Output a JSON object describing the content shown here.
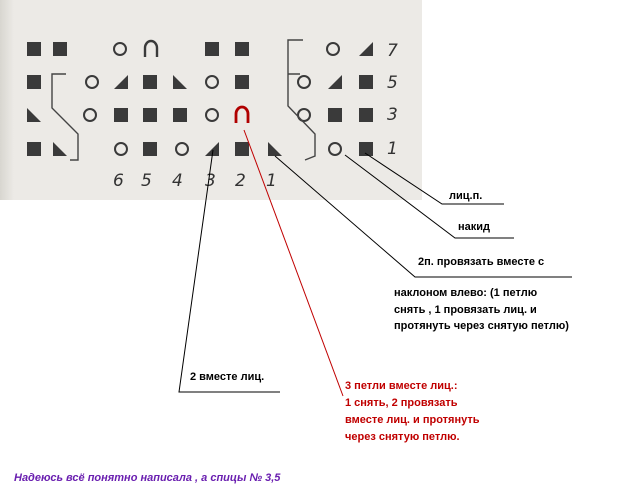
{
  "colors": {
    "symbol": "#3a3a3a",
    "annotation_text": "#000000",
    "red_text": "#c00000",
    "note_text": "#6a1fb0"
  },
  "chart": {
    "row_numbers": [
      "7",
      "5",
      "3",
      "1"
    ],
    "column_numbers": [
      "6",
      "5",
      "4",
      "3",
      "2",
      "1"
    ]
  },
  "labels": {
    "knit": "лиц.п.",
    "yarn_over": "накид",
    "ssk_title": "2п. провязать вместе с",
    "ssk_desc": [
      "наклоном влево: (1 петлю",
      "снять , 1 провязать лиц. и",
      "протянуть через снятую петлю)"
    ],
    "k2tog": "2 вместе лиц.",
    "k3tog": [
      "3 петли вместе лиц.:",
      " 1 снять, 2 провязать",
      "вместе лиц. и протянуть",
      "через снятую петлю."
    ],
    "footer": "Надеюсь всё понятно написала , а спицы № 3,5"
  }
}
